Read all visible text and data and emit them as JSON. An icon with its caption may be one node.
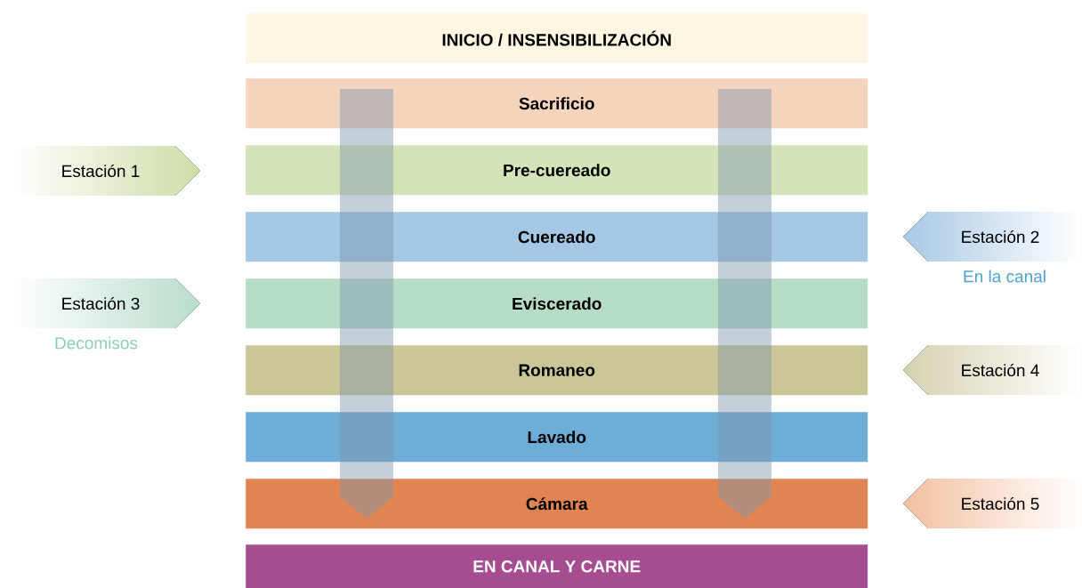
{
  "diagram": {
    "nodes": [
      {
        "text": [
          "INICIO / INSENSIBILIZACIÓN"
        ]
      },
      {
        "text": [
          "Sacrificio"
        ]
      },
      {
        "text": [
          "Pre-cuereado"
        ]
      },
      {
        "text": [
          "Cuereado"
        ]
      },
      {
        "text": [
          "Eviscerado"
        ]
      },
      {
        "text": [
          "Romaneo"
        ]
      },
      {
        "text": [
          "Lavado"
        ]
      },
      {
        "text": [
          "Cámara"
        ]
      },
      {
        "text": [
          "EN CANAL Y CARNE"
        ]
      },
      {
        "text": [
          "Estación 1"
        ]
      },
      {
        "text": [
          "Estación 2"
        ],
        "beside": [
          "En la canal"
        ]
      },
      {
        "text": [
          "Estación 3"
        ],
        "beside": [
          "Decomisos"
        ]
      },
      {
        "text": [
          "Estación 4"
        ]
      },
      {
        "text": [
          "Estación 5"
        ]
      }
    ]
  }
}
